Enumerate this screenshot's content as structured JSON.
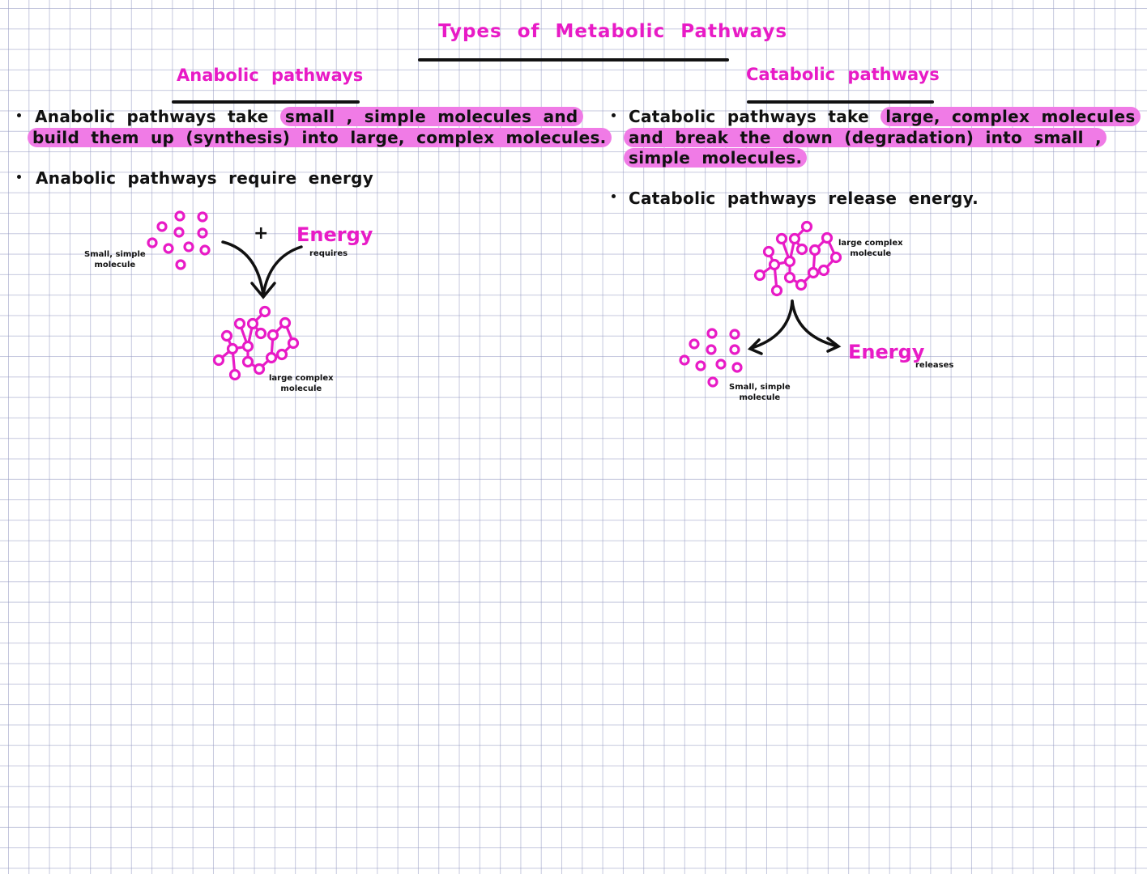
{
  "title": "Types of Metabolic Pathways",
  "colors": {
    "accent_pink": "#e81bc6",
    "highlight_pink": "#f07be6",
    "ink": "#111111",
    "grid": "#969bc3"
  },
  "anabolic": {
    "heading": "Anabolic pathways",
    "bullets": [
      {
        "lines": [
          {
            "plain": "Anabolic pathways take ",
            "highlight": "small , simple molecules and"
          },
          {
            "plain": "",
            "highlight": "build them up (synthesis) into large, complex molecules."
          }
        ]
      },
      {
        "lines": [
          {
            "plain": "Anabolic pathways require energy",
            "highlight": ""
          }
        ]
      }
    ],
    "diagram": {
      "input_label_line1": "Small, simple",
      "input_label_line2": "molecule",
      "plus": "+",
      "energy_label": "Energy",
      "energy_sublabel": "requires",
      "output_label_line1": "large complex",
      "output_label_line2": "molecule"
    }
  },
  "catabolic": {
    "heading": "Catabolic pathways",
    "bullets": [
      {
        "lines": [
          {
            "plain": "Catabolic pathways take ",
            "highlight": "large, complex molecules"
          },
          {
            "plain": "",
            "highlight": "and break the down (degradation) into small ,"
          },
          {
            "plain": "",
            "highlight": "simple molecules."
          }
        ]
      },
      {
        "lines": [
          {
            "plain": "Catabolic pathways release energy.",
            "highlight": ""
          }
        ]
      }
    ],
    "diagram": {
      "input_label_line1": "large complex",
      "input_label_line2": "molecule",
      "energy_label": "Energy",
      "energy_sublabel": "releases",
      "output_label_line1": "Small, simple",
      "output_label_line2": "molecule"
    }
  }
}
